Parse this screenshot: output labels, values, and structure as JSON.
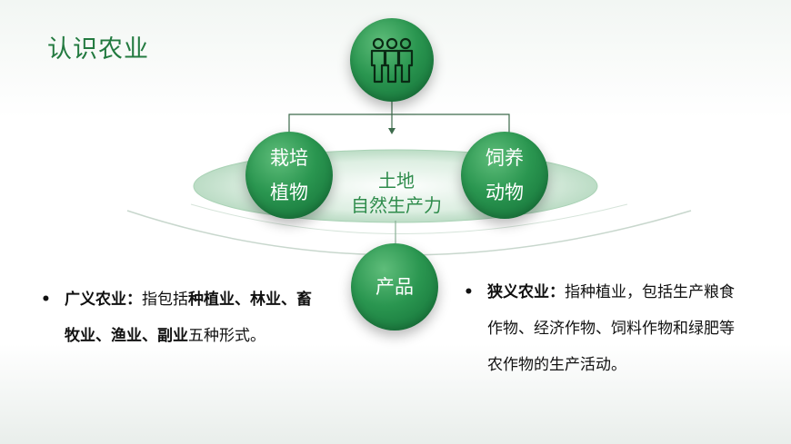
{
  "title": "认识农业",
  "diagram": {
    "top_icon": "people-group-icon",
    "left_circle": [
      "栽培",
      "植物"
    ],
    "right_circle": [
      "饲养",
      "动物"
    ],
    "center": [
      "土地",
      "自然生产力"
    ],
    "bottom_circle": "产品"
  },
  "broad": {
    "bullet": "•",
    "term": "广义农业",
    "colon": "：",
    "prefix": "指包括",
    "items_bold_1": "种植业、",
    "items_bold_2": "林业、畜牧业、渔业、副业",
    "suffix": "五种形式。"
  },
  "narrow": {
    "bullet": "•",
    "term": "狭义农业",
    "colon": "：",
    "text": "指种植业，包括生产粮食作物、经济作物、饲料作物和绿肥等农作物的生产活动。"
  },
  "colors": {
    "accent": "#237a40",
    "circle": "#2a9650"
  }
}
